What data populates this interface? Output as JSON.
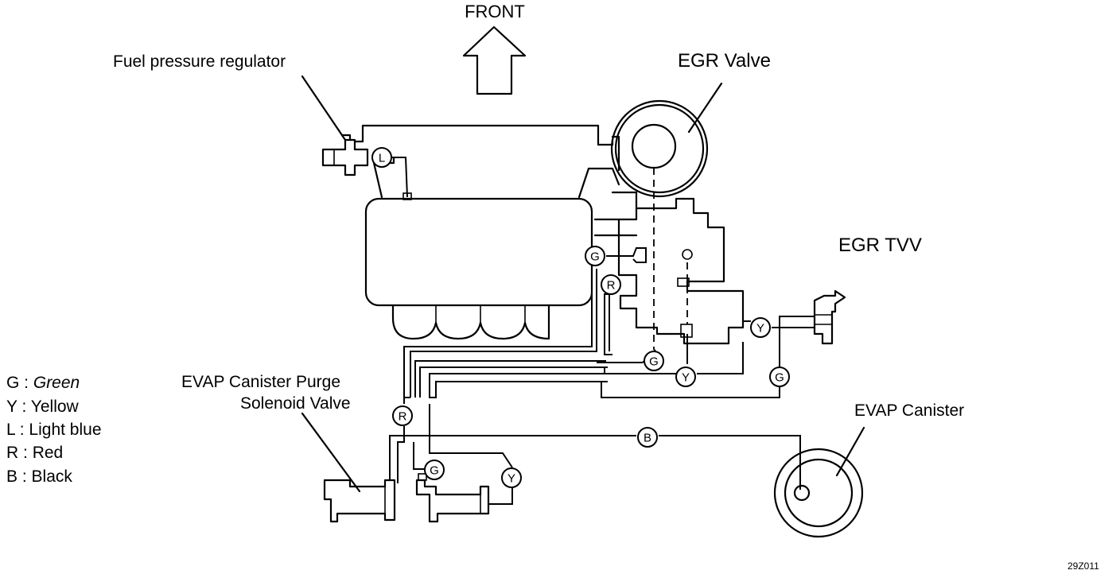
{
  "labels": {
    "front": "FRONT",
    "fuel_pressure_regulator": "Fuel pressure regulator",
    "egr_valve": "EGR Valve",
    "egr_tvv": "EGR TVV",
    "evap_purge_line1": "EVAP Canister Purge",
    "evap_purge_line2": "Solenoid Valve",
    "evap_canister": "EVAP Canister",
    "figure_code": "29Z011"
  },
  "legend": [
    {
      "code": "G",
      "sep": " : ",
      "name": "Green"
    },
    {
      "code": "Y",
      "sep": " : ",
      "name": "Yellow"
    },
    {
      "code": "L",
      "sep": " : ",
      "name": "Light blue"
    },
    {
      "code": "R",
      "sep": " : ",
      "name": "Red"
    },
    {
      "code": "B",
      "sep": " : ",
      "name": "Black"
    }
  ],
  "hose_tags": [
    "L",
    "G",
    "R",
    "G",
    "Y",
    "G",
    "Y",
    "R",
    "B",
    "G",
    "Y"
  ]
}
